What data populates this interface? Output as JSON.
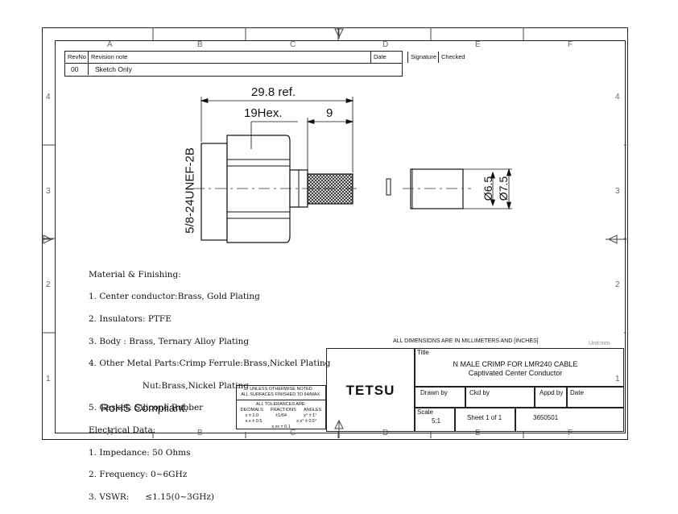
{
  "zones": {
    "columns": [
      "A",
      "B",
      "C",
      "D",
      "E",
      "F"
    ],
    "rows": [
      "4",
      "3",
      "2",
      "1"
    ]
  },
  "revision": {
    "headers": {
      "rev": "RevNo",
      "note": "Revision note",
      "date": "Date",
      "signature": "Signature",
      "checked": "Checked"
    },
    "rows": [
      {
        "rev": "00",
        "note": "Sketch Only"
      }
    ]
  },
  "dimensions": {
    "length": "29.8 ref.",
    "hex": "19Hex.",
    "ferrule": "9",
    "thread": "5/8-24UNEF-2B",
    "dia_inner": "Ø6.5",
    "dia_outer": "Ø7.5"
  },
  "notes": [
    "Material & Finishing:",
    "1. Center conductor:Brass, Gold Plating",
    "2. Insulators: PTFE",
    "3. Body : Brass, Ternary Alloy Plating",
    "4. Other Metal Parts:Crimp Ferrule:Brass,Nickel Plating",
    "                    Nut:Brass,Nickel Plating",
    "5. Gasket: Silicone Rubber",
    "Electrical Data:",
    "1. Impedance: 50 Ohms",
    "2. Frequency: 0~6GHz",
    "3. VSWR:      ≤1.15(0~3GHz)"
  ],
  "rohs": "RoHS Compliant.",
  "tolerance": {
    "line1": "UNLESS OTHERWISE NOTED",
    "line2": "ALL SURFACES FINISHED TO 64/MAX.",
    "line3": "ALL TOLERANCES ARE:",
    "col_headers": [
      "DECIMALS",
      "FRACTIONS",
      "ANGLES"
    ],
    "dec1": "x ± 1.0",
    "dec2": "x.x ± 0.5",
    "dec3": "x.xx ± 0.1",
    "frac": "±1/64",
    "ang1": "x° ± 1°",
    "ang2": "x.x° ± 0.5°"
  },
  "title_block": {
    "units_note": "ALL DIMENSIONS ARE IN MILLIMETERS AND [INCHES]",
    "unit": "Unit:mm",
    "title_label": "Title",
    "title_line1": "N  MALE  CRIMP  FOR  LMR240  CABLE",
    "title_line2": "Captivated  Center  Conductor",
    "company": "TETSU",
    "drawn_by": "Drawn by",
    "ckd_by": "Ckd by",
    "appd_by": "Appd by",
    "date": "Date",
    "scale_label": "Scale",
    "scale_value": "5:1",
    "sheet": "Sheet 1 of 1",
    "part_no": "3650501"
  }
}
